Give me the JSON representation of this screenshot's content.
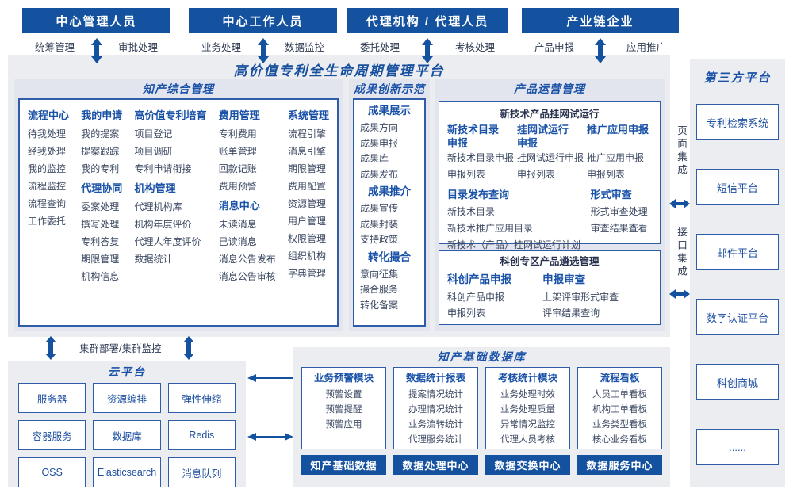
{
  "colors": {
    "primary_blue": "#14519f",
    "heading_blue": "#1a52a8",
    "item_text": "#3d4a63",
    "panel_bg": "#ecedf1",
    "section_bg": "#e2e4ee",
    "box_border": "#2e5ca8"
  },
  "actors": [
    {
      "title": "中心管理人员",
      "left_label": "统筹管理",
      "right_label": "审批处理"
    },
    {
      "title": "中心工作人员",
      "left_label": "业务处理",
      "right_label": "数据监控"
    },
    {
      "title": "代理机构 / 代理人员",
      "left_label": "委托处理",
      "right_label": "考核处理"
    },
    {
      "title": "产业链企业",
      "left_label": "产品申报",
      "right_label": "应用推广"
    }
  ],
  "platform": {
    "title": "高价值专利全生命周期管理平台",
    "ip": {
      "title": "知产综合管理",
      "columns": [
        {
          "groups": [
            {
              "heading": "流程中心",
              "items": [
                "待我处理",
                "经我处理",
                "我的监控",
                "流程监控",
                "流程查询",
                "工作委托"
              ]
            }
          ]
        },
        {
          "groups": [
            {
              "heading": "我的申请",
              "items": [
                "我的提案",
                "提案跟踪",
                "我的专利"
              ]
            },
            {
              "heading": "代理协同",
              "items": [
                "委案处理",
                "撰写处理",
                "专利答复",
                "期限管理",
                "机构信息"
              ]
            }
          ]
        },
        {
          "groups": [
            {
              "heading": "高价值专利培育",
              "items": [
                "项目登记",
                "项目调研",
                "专利申请衔接"
              ]
            },
            {
              "heading": "机构管理",
              "items": [
                "代理机构库",
                "机构年度评价",
                "代理人年度评价",
                "数据统计"
              ]
            }
          ]
        },
        {
          "groups": [
            {
              "heading": "费用管理",
              "items": [
                "专利费用",
                "账单管理",
                "回款记账",
                "费用预警"
              ]
            },
            {
              "heading": "消息中心",
              "items": [
                "未读消息",
                "已读消息",
                "消息公告发布",
                "消息公告审核"
              ]
            }
          ]
        },
        {
          "groups": [
            {
              "heading": "系统管理",
              "items": [
                "流程引擎",
                "消息引擎",
                "期限管理",
                "费用配置",
                "资源管理",
                "用户管理",
                "权限管理",
                "组织机构",
                "字典管理"
              ]
            }
          ]
        }
      ]
    },
    "achievements": {
      "title": "成果创新示范",
      "groups": [
        {
          "heading": "成果展示",
          "items": [
            "成果方向",
            "成果申报",
            "成果库",
            "成果发布"
          ]
        },
        {
          "heading": "成果推介",
          "items": [
            "成果宣传",
            "成果封装",
            "支持政策"
          ]
        },
        {
          "heading": "转化撮合",
          "items": [
            "意向征集",
            "撮合服务",
            "转化备案"
          ]
        }
      ]
    },
    "product_ops": {
      "title": "产品运营管理",
      "trial_box": {
        "title": "新技术产品挂网试运行",
        "declare_cols": [
          {
            "heading": "新技术目录申报",
            "items": [
              "新技术目录申报",
              "申报列表"
            ]
          },
          {
            "heading": "挂网试运行申报",
            "items": [
              "挂网试运行申报",
              "申报列表"
            ]
          },
          {
            "heading": "推广应用申报",
            "items": [
              "推广应用申报",
              "申报列表"
            ]
          }
        ],
        "catalog": {
          "heading": "目录发布查询",
          "items": [
            "新技术目录",
            "新技术推广应用目录",
            "新技术（产品）挂网试运行计划"
          ]
        },
        "review": {
          "heading": "形式审查",
          "items": [
            "形式审查处理",
            "审查结果查看"
          ]
        }
      },
      "sci_box": {
        "title": "科创专区产品遴选管理",
        "cols": [
          {
            "heading": "科创产品申报",
            "items": [
              "科创产品申报",
              "申报列表"
            ]
          },
          {
            "heading": "申报审查",
            "items": [
              "上架评审形式审查",
              "评审结果查询"
            ]
          }
        ]
      }
    }
  },
  "cluster_label": "集群部署/集群监控",
  "cloud": {
    "title": "云平台",
    "services": [
      "服务器",
      "资源编排",
      "弹性伸缩",
      "容器服务",
      "数据库",
      "Redis",
      "OSS",
      "Elasticsearch",
      "消息队列"
    ]
  },
  "database": {
    "title": "知产基础数据库",
    "modules": [
      {
        "heading": "业务预警模块",
        "items": [
          "预警设置",
          "预警提醒",
          "预警应用"
        ],
        "bar": "知产基础数据"
      },
      {
        "heading": "数据统计报表",
        "items": [
          "提案情况统计",
          "办理情况统计",
          "业务流转统计",
          "代理服务统计"
        ],
        "bar": "数据处理中心"
      },
      {
        "heading": "考核统计模块",
        "items": [
          "业务处理时效",
          "业务处理质量",
          "异常情况监控",
          "代理人员考核"
        ],
        "bar": "数据交换中心"
      },
      {
        "heading": "流程看板",
        "items": [
          "人员工单看板",
          "机构工单看板",
          "业务类型看板",
          "核心业务看板"
        ],
        "bar": "数据服务中心"
      }
    ]
  },
  "third_party": {
    "title": "第三方平台",
    "boxes": [
      "专利检索系统",
      "短信平台",
      "邮件平台",
      "数字认证平台",
      "科创商城",
      "......"
    ]
  },
  "integration": {
    "page_label": "页面集成",
    "api_label": "接口集成"
  }
}
